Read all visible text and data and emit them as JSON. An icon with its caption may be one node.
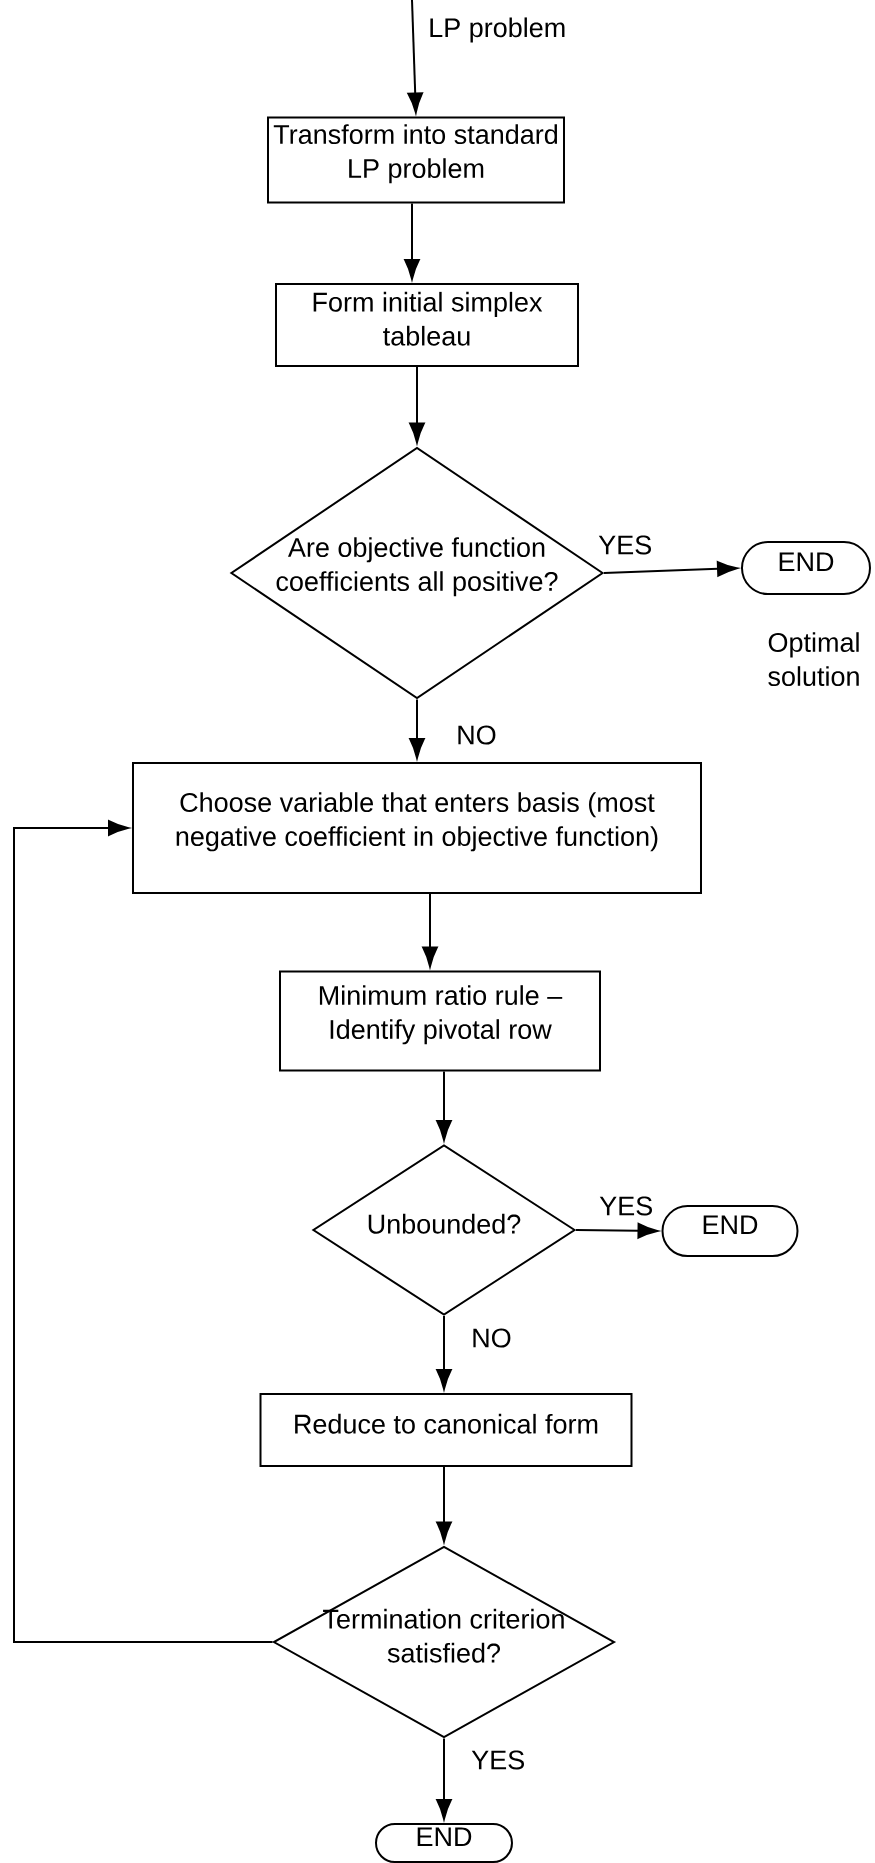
{
  "diagram": {
    "nodes": [
      {
        "text": [
          "Transform into standard LP problem"
        ]
      },
      {
        "text": [
          "Form initial simplex tableau"
        ]
      },
      {
        "text": [
          "Are objective function coefficients all positive?"
        ]
      },
      {
        "text": [
          "END"
        ],
        "beside": [
          "Optimal solution"
        ]
      },
      {
        "text": [
          "Choose variable that enters basis (most negative coefficient in objective function)"
        ]
      },
      {
        "text": [
          "Minimum ratio rule – Identify pivotal row"
        ]
      },
      {
        "text": [
          "Unbounded?"
        ]
      },
      {
        "text": [
          "END"
        ]
      },
      {
        "text": [
          "Reduce to canonical form"
        ]
      },
      {
        "text": [
          "Termination criterion satisfied?"
        ]
      },
      {
        "text": [
          "END"
        ]
      }
    ],
    "edges": [
      {
        "from": null,
        "to": 0,
        "arrow": "to",
        "label": "LP problem"
      },
      {
        "from": 0,
        "to": 1,
        "arrow": "to"
      },
      {
        "from": 1,
        "to": 2,
        "arrow": "to"
      },
      {
        "from": 2,
        "to": 3,
        "arrow": "to",
        "label": "YES"
      },
      {
        "from": 2,
        "to": 4,
        "arrow": "to",
        "label": "NO"
      },
      {
        "from": 4,
        "to": 5,
        "arrow": "to"
      },
      {
        "from": 5,
        "to": 6,
        "arrow": "to"
      },
      {
        "from": 6,
        "to": 7,
        "arrow": "to",
        "label": "YES"
      },
      {
        "from": 6,
        "to": 8,
        "arrow": "to",
        "label": "NO"
      },
      {
        "from": 8,
        "to": 9,
        "arrow": "to"
      },
      {
        "from": 9,
        "to": 4,
        "arrow": "to"
      },
      {
        "from": 9,
        "to": 10,
        "arrow": "to",
        "label": "YES"
      }
    ]
  }
}
